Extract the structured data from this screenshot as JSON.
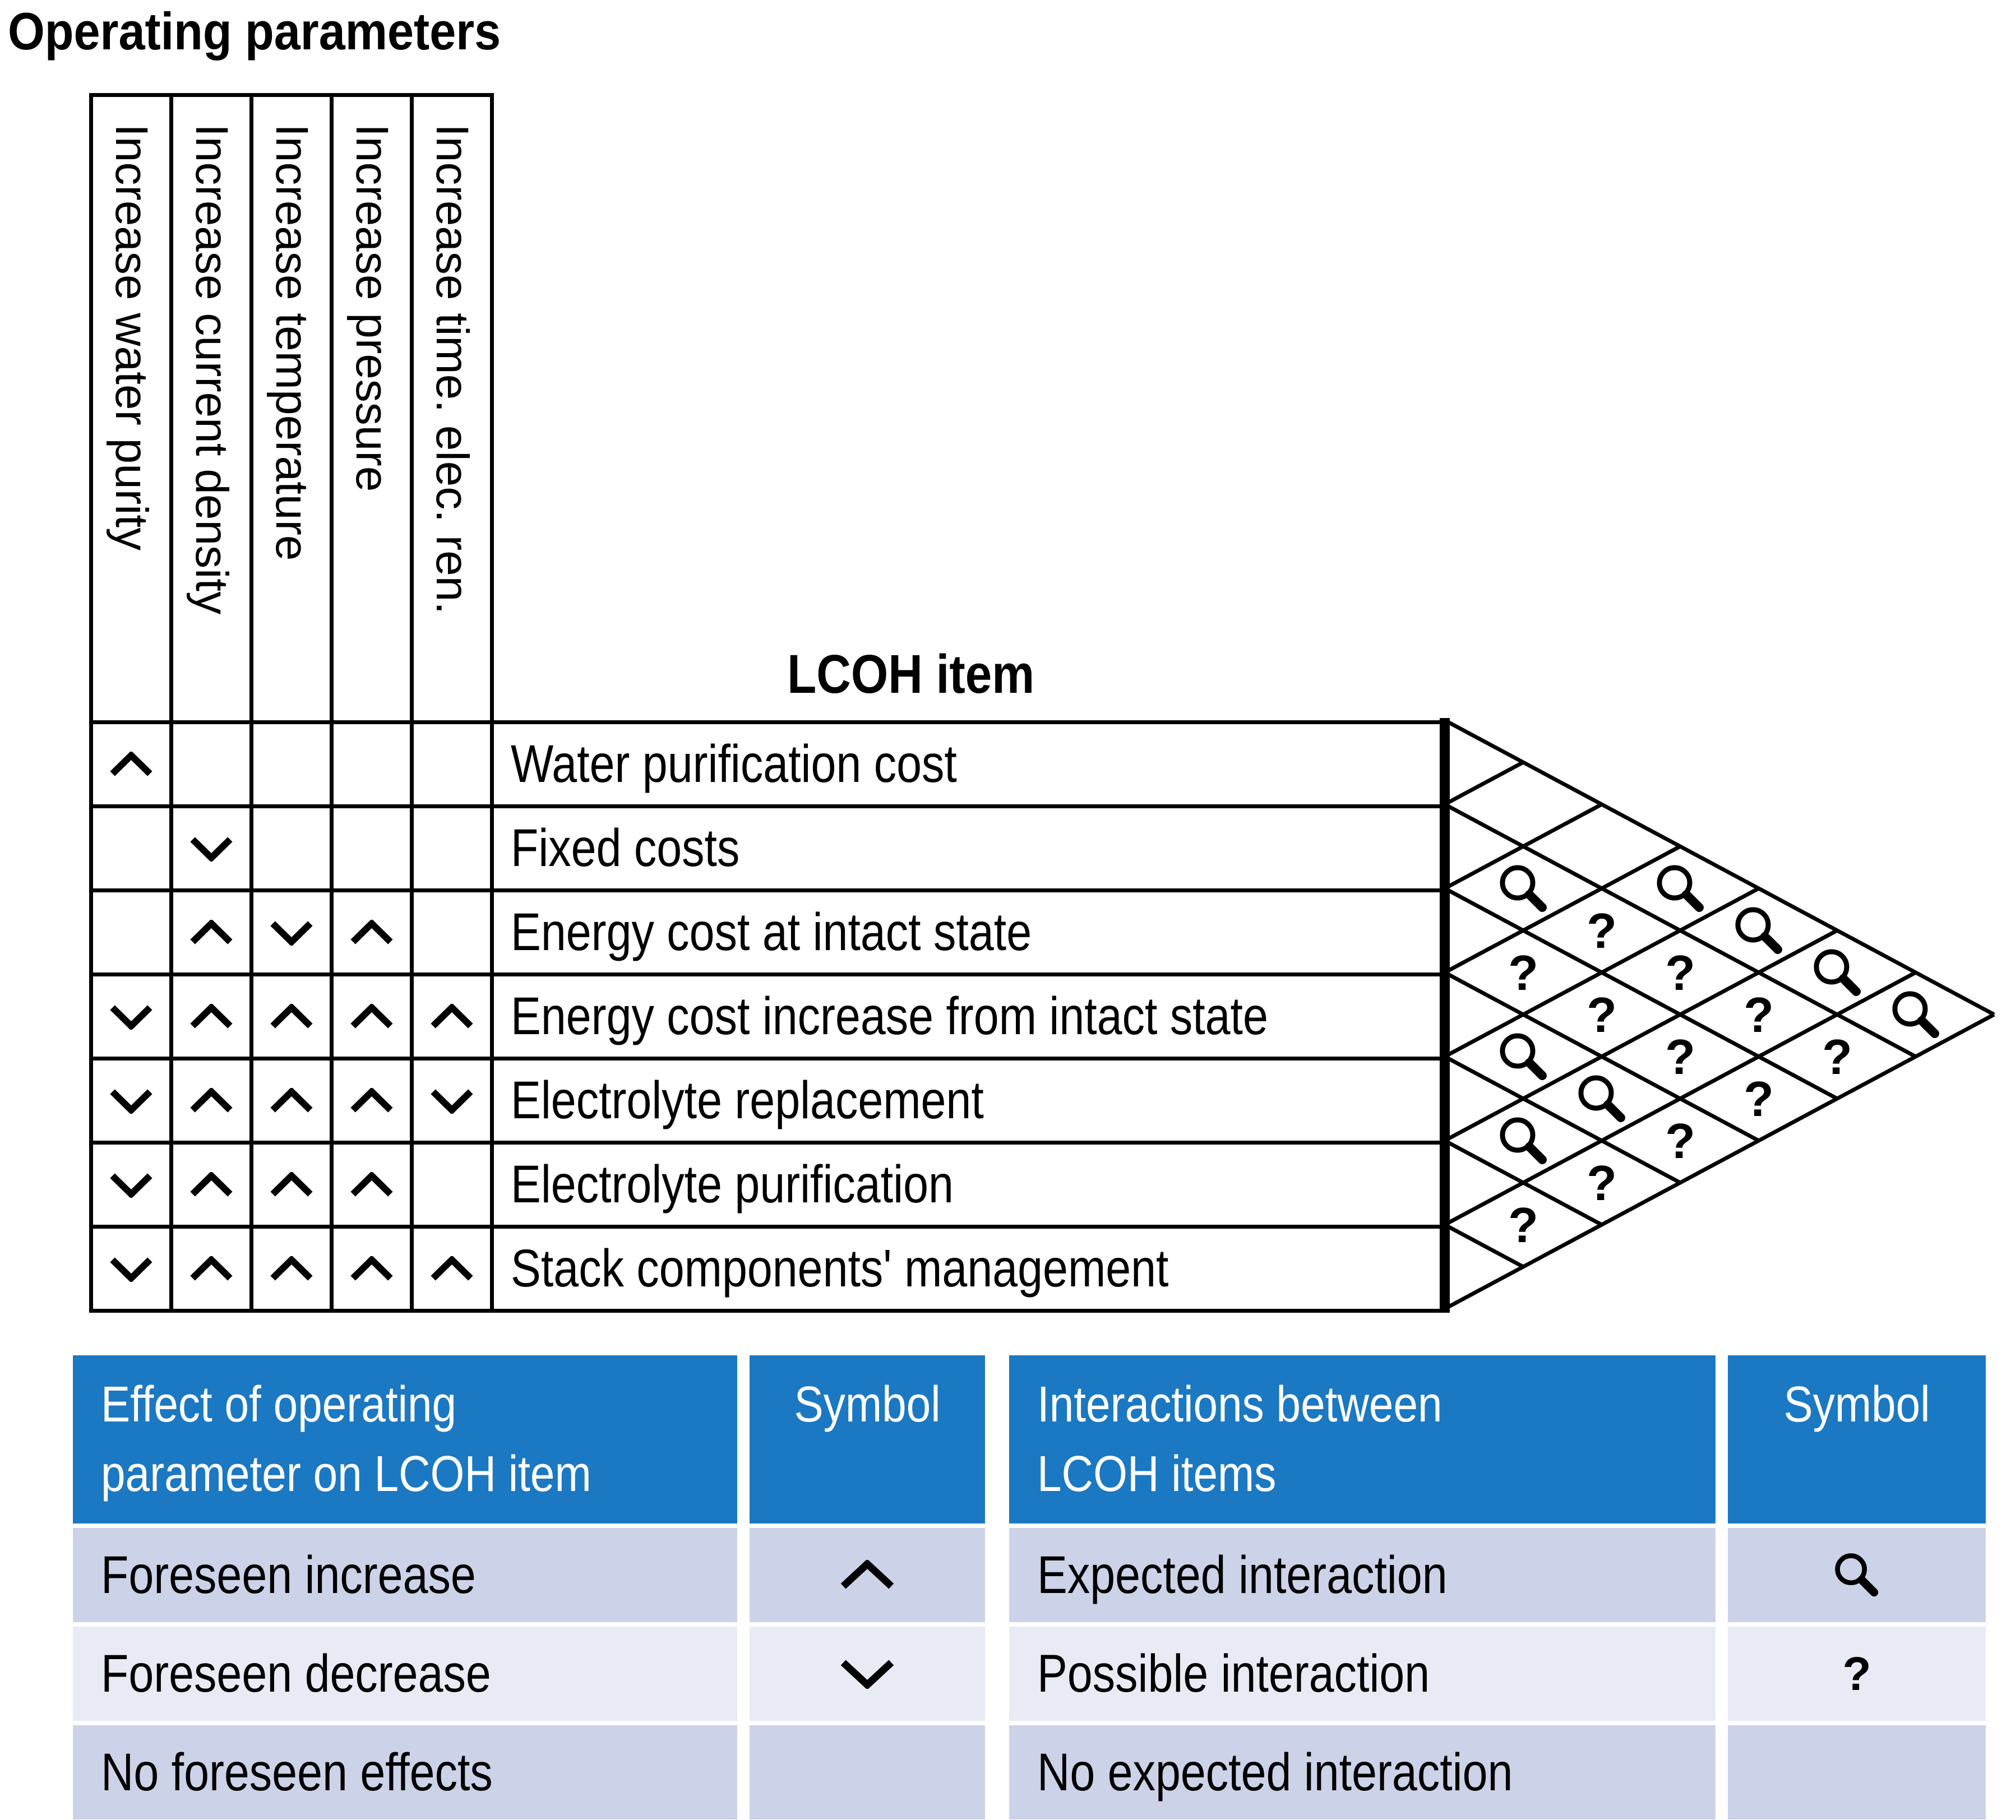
{
  "title": "Operating parameters",
  "matrix": {
    "row_header": "LCOH item",
    "column_headers": [
      "Increase water purity",
      "Increase current density",
      "Increase temperature",
      "Increase pressure",
      "Increase time. elec. ren."
    ],
    "rows": [
      {
        "label": "Water purification cost",
        "effects": [
          "increase",
          "",
          "",
          "",
          ""
        ]
      },
      {
        "label": "Fixed costs",
        "effects": [
          "",
          "decrease",
          "",
          "",
          ""
        ]
      },
      {
        "label": "Energy cost at intact state",
        "effects": [
          "",
          "increase",
          "decrease",
          "increase",
          ""
        ]
      },
      {
        "label": "Energy cost increase from intact state",
        "effects": [
          "decrease",
          "increase",
          "increase",
          "increase",
          "increase"
        ]
      },
      {
        "label": "Electrolyte replacement",
        "effects": [
          "decrease",
          "increase",
          "increase",
          "increase",
          "decrease"
        ]
      },
      {
        "label": "Electrolyte purification",
        "effects": [
          "decrease",
          "increase",
          "increase",
          "increase",
          ""
        ]
      },
      {
        "label": "Stack components' management",
        "effects": [
          "decrease",
          "increase",
          "increase",
          "increase",
          "increase"
        ]
      }
    ],
    "interactions": [
      {
        "rows": [
          1,
          2
        ],
        "type": "none"
      },
      {
        "rows": [
          1,
          3
        ],
        "type": "none"
      },
      {
        "rows": [
          1,
          4
        ],
        "type": "expected"
      },
      {
        "rows": [
          1,
          5
        ],
        "type": "expected"
      },
      {
        "rows": [
          1,
          6
        ],
        "type": "expected"
      },
      {
        "rows": [
          1,
          7
        ],
        "type": "expected"
      },
      {
        "rows": [
          2,
          3
        ],
        "type": "expected"
      },
      {
        "rows": [
          2,
          4
        ],
        "type": "possible"
      },
      {
        "rows": [
          2,
          5
        ],
        "type": "possible"
      },
      {
        "rows": [
          2,
          6
        ],
        "type": "possible"
      },
      {
        "rows": [
          2,
          7
        ],
        "type": "possible"
      },
      {
        "rows": [
          3,
          4
        ],
        "type": "possible"
      },
      {
        "rows": [
          3,
          5
        ],
        "type": "possible"
      },
      {
        "rows": [
          3,
          6
        ],
        "type": "possible"
      },
      {
        "rows": [
          3,
          7
        ],
        "type": "possible"
      },
      {
        "rows": [
          4,
          5
        ],
        "type": "expected"
      },
      {
        "rows": [
          4,
          6
        ],
        "type": "expected"
      },
      {
        "rows": [
          4,
          7
        ],
        "type": "possible"
      },
      {
        "rows": [
          5,
          6
        ],
        "type": "expected"
      },
      {
        "rows": [
          5,
          7
        ],
        "type": "possible"
      },
      {
        "rows": [
          6,
          7
        ],
        "type": "possible"
      }
    ]
  },
  "legend_effects": {
    "title": "Effect of operating parameter on LCOH item",
    "symbol_col": "Symbol",
    "rows": [
      {
        "label": "Foreseen increase",
        "symbol": "increase"
      },
      {
        "label": "Foreseen decrease",
        "symbol": "decrease"
      },
      {
        "label": "No foreseen effects",
        "symbol": ""
      }
    ]
  },
  "legend_interactions": {
    "title": "Interactions between LCOH items",
    "symbol_col": "Symbol",
    "rows": [
      {
        "label": "Expected interaction",
        "symbol": "expected"
      },
      {
        "label": "Possible interaction",
        "symbol": "possible"
      },
      {
        "label": "No expected interaction",
        "symbol": ""
      }
    ]
  },
  "colors": {
    "line": "#000000",
    "legend_header_blue": "#1b78c2",
    "row_band_dark": "#ccd3e8",
    "row_band_light": "#e9ebf4",
    "header_text": "#ffffff"
  }
}
